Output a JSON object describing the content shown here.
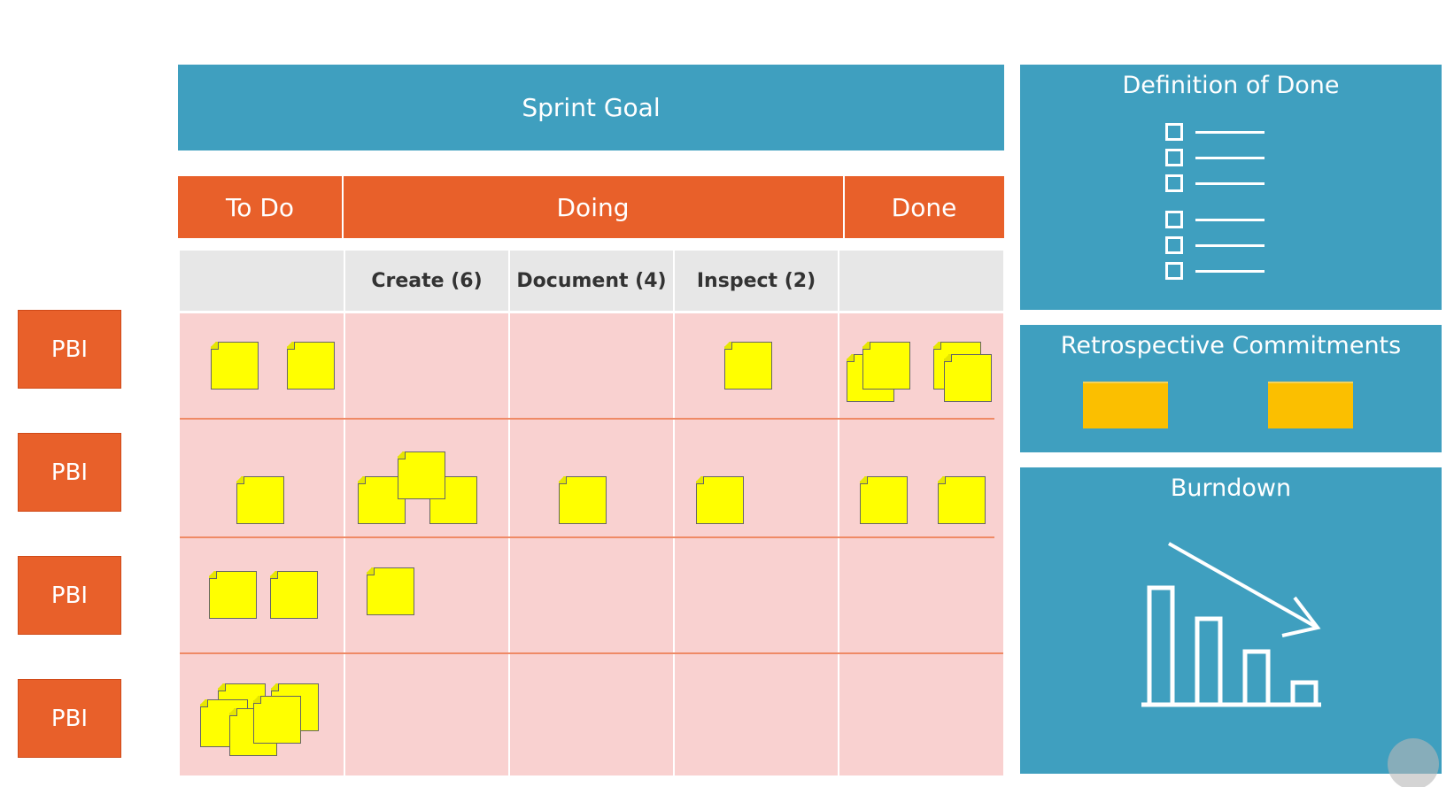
{
  "sprint_goal": "Sprint Goal",
  "columns": {
    "todo": "To Do",
    "doing": "Doing",
    "done": "Done"
  },
  "subcolumns": {
    "create": "Create (6)",
    "document": "Document (4)",
    "inspect": "Inspect (2)"
  },
  "rows": [
    {
      "label": "PBI"
    },
    {
      "label": "PBI"
    },
    {
      "label": "PBI"
    },
    {
      "label": "PBI"
    }
  ],
  "panels": {
    "definition_of_done": "Definition of Done",
    "retrospective_commitments": "Retrospective Commitments",
    "burndown": "Burndown"
  },
  "colors": {
    "header_blue": "#3f9fbf",
    "header_orange": "#e8602a",
    "board_pink": "#f9d1d0",
    "sticky_yellow": "#ffff00",
    "retro_card": "#fbbf00"
  }
}
